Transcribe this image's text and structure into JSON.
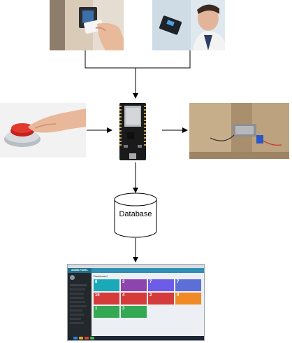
{
  "nodes": {
    "database": {
      "label": "Database"
    }
  },
  "dashboard_screenshot": {
    "brand": "ADMIN PANEL",
    "page_title": "Dashboard",
    "tiles": [
      {
        "value": "8",
        "color": "#1aa9b8"
      },
      {
        "value": "3",
        "color": "#8e44ad"
      },
      {
        "value": "7",
        "color": "#6c5ce7"
      },
      {
        "value": "7",
        "color": "#5b6fd6"
      },
      {
        "value": "16",
        "color": "#d63b3b"
      },
      {
        "value": "4",
        "color": "#d63b3b"
      },
      {
        "value": "2",
        "color": "#d63b3b"
      },
      {
        "value": "9",
        "color": "#f08a24"
      },
      {
        "value": "1",
        "color": "#34a853"
      },
      {
        "value": "3",
        "color": "#34a853"
      }
    ]
  },
  "colors": {
    "line": "#000000",
    "db_fill": "#ffffff",
    "red_button": "#e03a2f"
  }
}
